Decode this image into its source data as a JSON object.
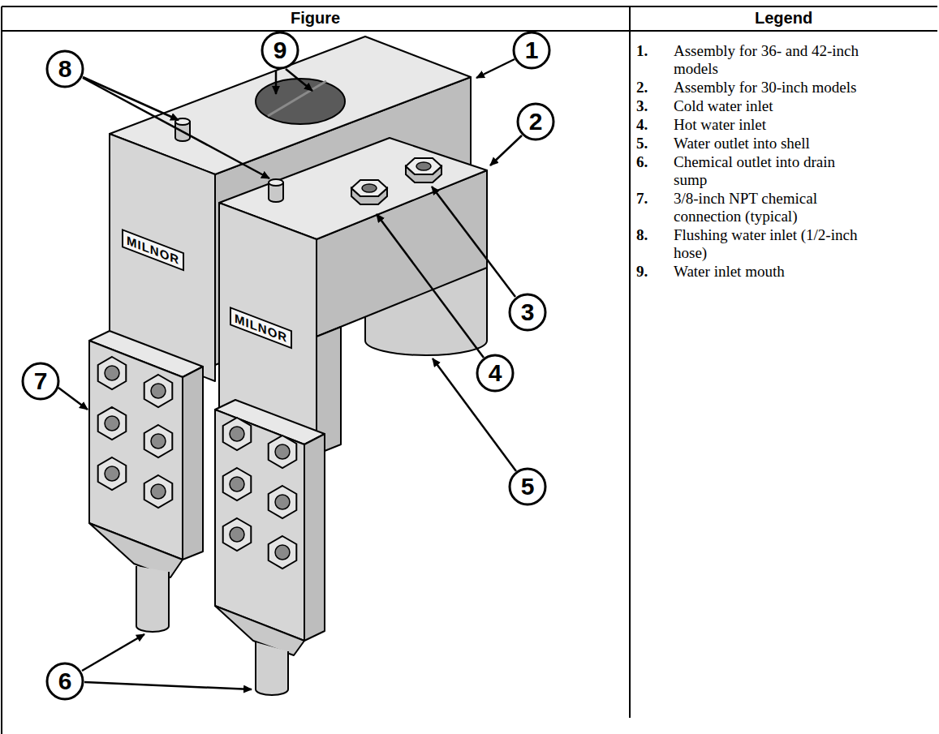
{
  "diagram": {
    "labels": [
      "Figure",
      "Legend",
      "1.",
      "Assembly for 36- and 42-inch models",
      "2.",
      "Assembly for 30-inch models",
      "3.",
      "Cold water inlet",
      "4.",
      "Hot water inlet",
      "5.",
      "Water outlet into shell",
      "6.",
      "Chemical outlet into drain sump",
      "7.",
      "3/8-inch NPT chemical connection (typical)",
      "8.",
      "Flushing water inlet (1/2-inch hose)",
      "9.",
      "Water inlet mouth",
      "8",
      "9",
      "1",
      "2",
      "3",
      "4",
      "5",
      "7",
      "6",
      "MILNOR",
      "MILNOR"
    ]
  }
}
